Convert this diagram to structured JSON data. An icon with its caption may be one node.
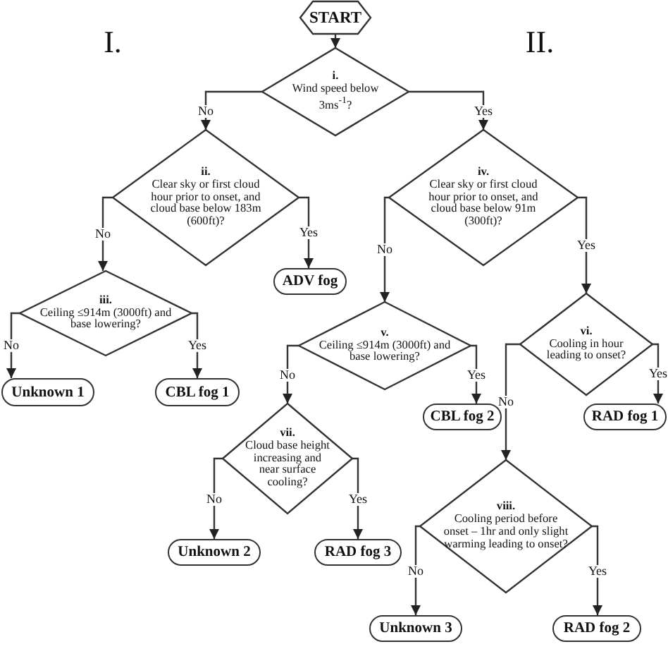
{
  "diagram": {
    "nodes": [
      {
        "text": [
          "START"
        ]
      },
      {
        "text": [
          "i.",
          "Wind speed below 3ms$^{-1}$?"
        ]
      },
      {
        "text": [
          "ii.",
          "Clear sky or first cloud hour prior to onset, and cloud base below 183m (600ft)?"
        ]
      },
      {
        "text": [
          "ADV fog"
        ]
      },
      {
        "text": [
          "iii.",
          "Ceiling ≤914m (3000ft) and base lowering?"
        ]
      },
      {
        "text": [
          "Unknown 1"
        ]
      },
      {
        "text": [
          "CBL fog 1"
        ]
      },
      {
        "text": [
          "iv.",
          "Clear sky or first cloud hour prior to onset, and cloud base below 91m (300ft)?"
        ]
      },
      {
        "text": [
          "v.",
          "Ceiling ≤914m (3000ft) and base lowering?"
        ]
      },
      {
        "text": [
          "CBL fog 2"
        ]
      },
      {
        "text": [
          "vi.",
          "Cooling in hour leading to onset?"
        ]
      },
      {
        "text": [
          "RAD fog 1"
        ]
      },
      {
        "text": [
          "vii.",
          "Cloud base height increasing and near surface cooling?"
        ]
      },
      {
        "text": [
          "Unknown 2"
        ]
      },
      {
        "text": [
          "RAD fog 3"
        ]
      },
      {
        "text": [
          "viii.",
          "Cooling period before onset – 1hr and only slight warming leading to onset?"
        ]
      },
      {
        "text": [
          "Unknown 3"
        ]
      },
      {
        "text": [
          "RAD fog 2"
        ]
      }
    ],
    "edges": [
      {
        "from": 0,
        "to": 1,
        "arrow": "to"
      },
      {
        "from": 1,
        "to": 2,
        "arrow": "to",
        "label": "No"
      },
      {
        "from": 1,
        "to": 7,
        "arrow": "to",
        "label": "Yes"
      },
      {
        "from": 2,
        "to": 4,
        "arrow": "to",
        "label": "No"
      },
      {
        "from": 2,
        "to": 3,
        "arrow": "to",
        "label": "Yes"
      },
      {
        "from": 4,
        "to": 5,
        "arrow": "to",
        "label": "No"
      },
      {
        "from": 4,
        "to": 6,
        "arrow": "to",
        "label": "Yes"
      },
      {
        "from": 7,
        "to": 8,
        "arrow": "to",
        "label": "No"
      },
      {
        "from": 7,
        "to": 10,
        "arrow": "to",
        "label": "Yes"
      },
      {
        "from": 8,
        "to": 12,
        "arrow": "to",
        "label": "No"
      },
      {
        "from": 8,
        "to": 9,
        "arrow": "to",
        "label": "Yes"
      },
      {
        "from": 10,
        "to": 15,
        "arrow": "to",
        "label": "No"
      },
      {
        "from": 10,
        "to": 11,
        "arrow": "to",
        "label": "Yes"
      },
      {
        "from": 12,
        "to": 13,
        "arrow": "to",
        "label": "No"
      },
      {
        "from": 12,
        "to": 14,
        "arrow": "to",
        "label": "Yes"
      },
      {
        "from": 15,
        "to": 16,
        "arrow": "to",
        "label": "No"
      },
      {
        "from": 15,
        "to": 17,
        "arrow": "to",
        "label": "Yes"
      }
    ],
    "labels": [
      "I.",
      "II."
    ]
  }
}
